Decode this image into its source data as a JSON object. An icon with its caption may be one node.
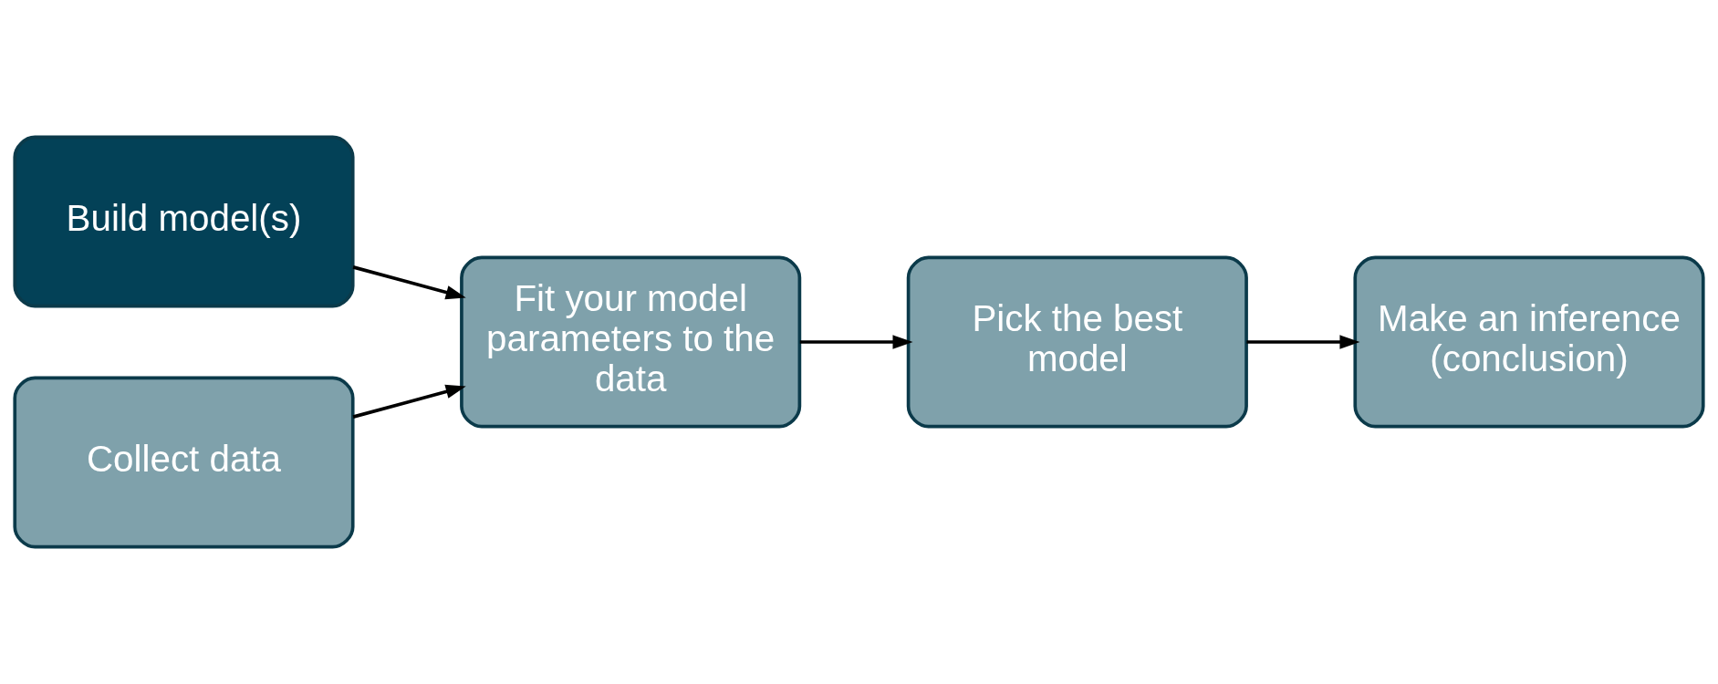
{
  "diagram": {
    "nodes": [
      {
        "text": [
          "Build model(s)"
        ]
      },
      {
        "text": [
          "Collect data"
        ]
      },
      {
        "text": [
          "Fit your model parameters to the data"
        ]
      },
      {
        "text": [
          "Pick the best model"
        ]
      },
      {
        "text": [
          "Make an inference (conclusion)"
        ]
      }
    ],
    "edges": [
      {
        "from": 0,
        "to": 2,
        "arrow": "to"
      },
      {
        "from": 1,
        "to": 2,
        "arrow": "to"
      },
      {
        "from": 2,
        "to": 3,
        "arrow": "to"
      },
      {
        "from": 3,
        "to": 4,
        "arrow": "to"
      }
    ]
  }
}
